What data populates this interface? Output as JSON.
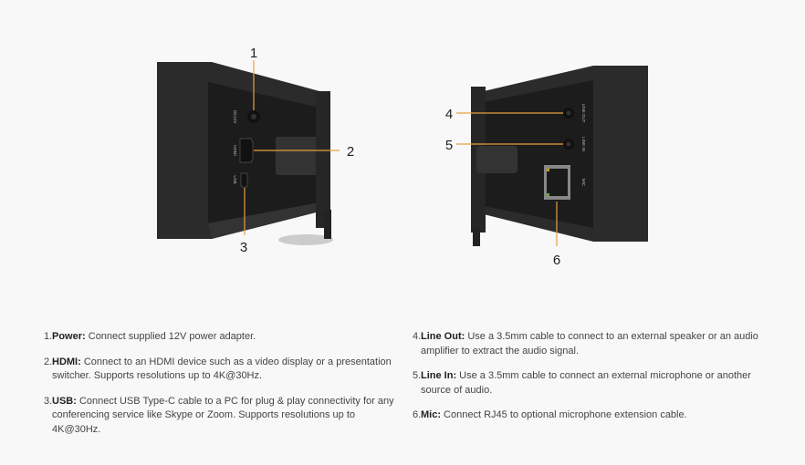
{
  "callouts": [
    "1",
    "2",
    "3",
    "4",
    "5",
    "6"
  ],
  "port_labels": {
    "power": "DC12V",
    "hdmi": "HDMI",
    "usb": "USB",
    "line_out": "LINE OUT",
    "line_in": "LINE IN",
    "mic": "MIC"
  },
  "colors": {
    "leader": "#e8a040",
    "device": "#2a2a2a",
    "background": "#f8f8f8"
  },
  "items": [
    {
      "num": "1.",
      "title": "Power:",
      "text": " Connect supplied 12V power adapter."
    },
    {
      "num": "2.",
      "title": "HDMI:",
      "text": " Connect to an HDMI device such as a video display or a presentation switcher. Supports resolutions up to 4K@30Hz."
    },
    {
      "num": "3.",
      "title": "USB:",
      "text": " Connect USB Type-C cable to a PC for plug & play connectivity for any conferencing service like Skype or Zoom. Supports resolutions up to 4K@30Hz."
    },
    {
      "num": "4.",
      "title": "Line Out:",
      "text": " Use a 3.5mm cable to connect to an external speaker or an audio amplifier to extract the audio signal."
    },
    {
      "num": "5.",
      "title": "Line In:",
      "text": " Use a 3.5mm cable to connect an external microphone or another source of audio."
    },
    {
      "num": "6.",
      "title": "Mic:",
      "text": " Connect RJ45 to optional microphone extension cable."
    }
  ]
}
